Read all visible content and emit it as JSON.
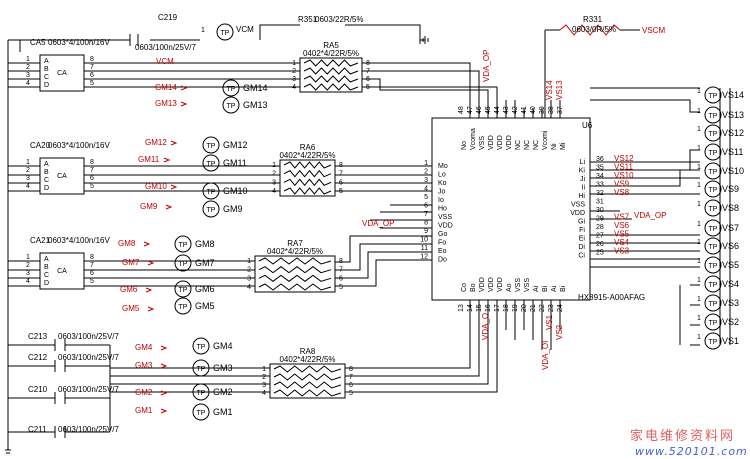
{
  "ic": {
    "ref": "U6",
    "part": "HX8915-A00AFAG",
    "left_pins": [
      {
        "num": "1",
        "name": "Mo"
      },
      {
        "num": "2",
        "name": "Lo"
      },
      {
        "num": "3",
        "name": "Ko"
      },
      {
        "num": "4",
        "name": "Jo"
      },
      {
        "num": "5",
        "name": "Io"
      },
      {
        "num": "6",
        "name": "Ho"
      },
      {
        "num": "7",
        "name": "VSS"
      },
      {
        "num": "8",
        "name": "VDD"
      },
      {
        "num": "9",
        "name": "Go"
      },
      {
        "num": "10",
        "name": "Fo"
      },
      {
        "num": "11",
        "name": "Eo"
      },
      {
        "num": "12",
        "name": "Do"
      }
    ],
    "right_pins": [
      {
        "num": "36",
        "name": "Li"
      },
      {
        "num": "35",
        "name": "Ki"
      },
      {
        "num": "34",
        "name": "Ji"
      },
      {
        "num": "33",
        "name": "Ii"
      },
      {
        "num": "32",
        "name": "Hi"
      },
      {
        "num": "31",
        "name": "VSS"
      },
      {
        "num": "30",
        "name": "VDD"
      },
      {
        "num": "29",
        "name": "Gi"
      },
      {
        "num": "28",
        "name": "Fi"
      },
      {
        "num": "27",
        "name": "Ei"
      },
      {
        "num": "26",
        "name": "Di"
      },
      {
        "num": "25",
        "name": "Ci"
      }
    ],
    "top_pins": [
      {
        "num": "48",
        "name": "No"
      },
      {
        "num": "47",
        "name": "Vcoma"
      },
      {
        "num": "46",
        "name": "VSS"
      },
      {
        "num": "45",
        "name": "VDD"
      },
      {
        "num": "44",
        "name": "VDD"
      },
      {
        "num": "43",
        "name": "VDD"
      },
      {
        "num": "42",
        "name": "NC"
      },
      {
        "num": "41",
        "name": "NC"
      },
      {
        "num": "40",
        "name": "NC"
      },
      {
        "num": "39",
        "name": "Vcomi"
      },
      {
        "num": "38",
        "name": "Ni"
      },
      {
        "num": "37",
        "name": "Mi"
      }
    ],
    "bottom_pins": [
      {
        "num": "13",
        "name": "Co"
      },
      {
        "num": "14",
        "name": "Bo"
      },
      {
        "num": "15",
        "name": "VDD"
      },
      {
        "num": "16",
        "name": "VDD"
      },
      {
        "num": "17",
        "name": "VDD"
      },
      {
        "num": "18",
        "name": "Ao"
      },
      {
        "num": "19",
        "name": "VSS"
      },
      {
        "num": "20",
        "name": "VSS"
      },
      {
        "num": "21",
        "name": "Ai"
      },
      {
        "num": "22",
        "name": "Bi"
      },
      {
        "num": "23",
        "name": "Ai"
      },
      {
        "num": "24",
        "name": "Bi"
      }
    ]
  },
  "resistor_networks": [
    {
      "ref": "RA5",
      "value": "0402*4/22R/5%"
    },
    {
      "ref": "RA6",
      "value": "0402*4/22R/5%"
    },
    {
      "ref": "RA7",
      "value": "0402*4/22R/5%"
    },
    {
      "ref": "RA8",
      "value": "0402*4/22R/5%"
    }
  ],
  "cap_arrays": [
    {
      "ref": "CA5",
      "value": "0603*4/100n/16V",
      "inner": "CA"
    },
    {
      "ref": "CA20",
      "value": "0603*4/100n/16V",
      "inner": "CA"
    },
    {
      "ref": "CA21",
      "value": "0603*4/100n/16V",
      "inner": "CA"
    }
  ],
  "caps": [
    {
      "ref": "C219",
      "value": "0603/100n/25V/7"
    },
    {
      "ref": "C213",
      "value": "0603/100n/25V/7"
    },
    {
      "ref": "C212",
      "value": "0603/100n/25V/7"
    },
    {
      "ref": "C210",
      "value": "0603/100n/25V/7"
    },
    {
      "ref": "C211",
      "value": "0603/100n/25V/7"
    }
  ],
  "resistors": [
    {
      "ref": "R351",
      "value": "0603/22R/5%"
    },
    {
      "ref": "R331",
      "value": "0603/0R/5%"
    }
  ],
  "net_labels": {
    "vcom_tp": "VCM",
    "vcm": "VCM",
    "vscm": "VSCM",
    "vda_op": "VDA_OP",
    "vda_op_left": "VDA_OP",
    "vda_op_right": "VDA_OP",
    "vda_o": "VDA_O",
    "vda_oi": "VDA_OI",
    "vs13_top": "VS13",
    "vs14_top": "VS14",
    "vs1_bot": "VS1",
    "vs2_bot": "VS2"
  },
  "gm_left": [
    "GM14",
    "GM13",
    "GM12",
    "GM11",
    "GM10",
    "GM9",
    "GM8",
    "GM7",
    "GM6",
    "GM5",
    "GM4",
    "GM3",
    "GM2",
    "GM1"
  ],
  "vs_right": [
    "VS12",
    "VS11",
    "VS10",
    "VS9",
    "VS8",
    "VS7",
    "VS6",
    "VS5",
    "VS4",
    "VS3"
  ],
  "vs_tps": [
    "VS14",
    "VS13",
    "VS12",
    "VS11",
    "VS10",
    "VS9",
    "VS8",
    "VS7",
    "VS6",
    "VS5",
    "VS4",
    "VS3",
    "VS2",
    "VS1"
  ],
  "tp": "TP",
  "watermark": {
    "cn": "家电维修资料网",
    "url": "www.520101.com"
  }
}
